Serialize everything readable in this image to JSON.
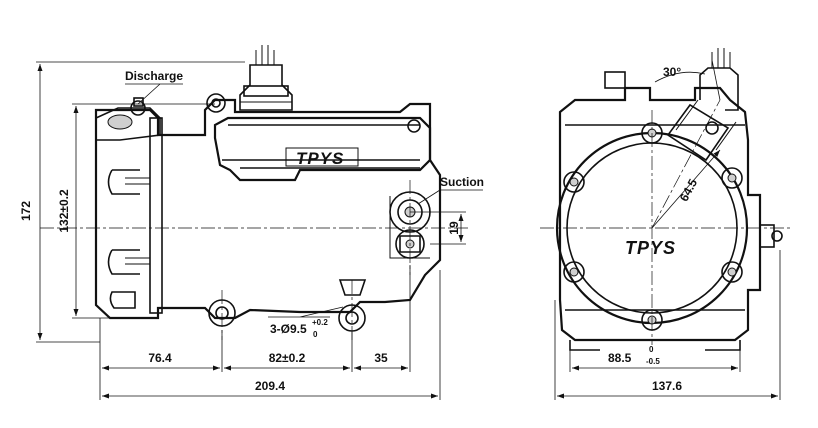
{
  "labels": {
    "discharge": "Discharge",
    "suction": "Suction",
    "brand_left": "TPYS",
    "brand_right": "TPYS",
    "holes": "3-Ø9.5",
    "holes_tol_upper": "+0.2",
    "holes_tol_lower": "0"
  },
  "dimensions": {
    "overall_height": "172",
    "body_height": "132±0.2",
    "suction_offset": "19",
    "seg_left": "76.4",
    "seg_mid": "82±0.2",
    "seg_right": "35",
    "overall_length": "209.4",
    "angle": "30°",
    "radius": "64.5",
    "right_width": "88.5",
    "right_width_tol_upper": "0",
    "right_width_tol_lower": "-0.5",
    "overall_width": "137.6"
  }
}
